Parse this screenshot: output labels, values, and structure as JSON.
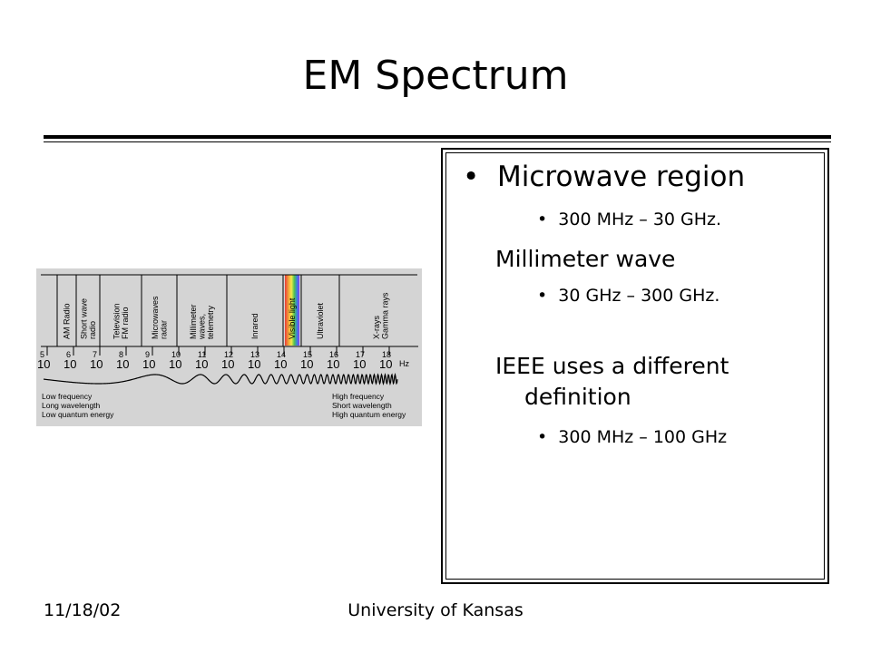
{
  "slide": {
    "title": "EM Spectrum",
    "bullets": {
      "microwave_region": "Microwave region",
      "microwave_range": "300 MHz – 30 GHz.",
      "millimeter_wave": "Millimeter wave",
      "millimeter_range": "30 GHz – 300 GHz.",
      "ieee_line1": "IEEE uses a different",
      "ieee_line2": "definition",
      "ieee_range": "300 MHz – 100 GHz"
    },
    "footer": {
      "date": "11/18/02",
      "org": "University of Kansas"
    }
  },
  "spectrum_figure": {
    "bands": [
      "AM Radio",
      "Short wave radio",
      "Television FM radio",
      "Microwaves radar",
      "Millimeter waves, telemetry",
      "Inrared",
      "Visible light",
      "Ultraviolet",
      "X-rays Gamma rays"
    ],
    "band_lines": [
      [
        "AM Radio"
      ],
      [
        "Short wave",
        "radio"
      ],
      [
        "Television",
        "FM radio"
      ],
      [
        "Microwaves",
        "radar"
      ],
      [
        "Millimeter",
        "waves,",
        "telemetry"
      ],
      [
        "Inrared"
      ],
      [
        "Visible light"
      ],
      [
        "Ultraviolet"
      ],
      [
        "X-rays",
        "Gamma rays"
      ]
    ],
    "exponents": [
      "5",
      "6",
      "7",
      "8",
      "9",
      "10",
      "11",
      "12",
      "13",
      "14",
      "15",
      "16",
      "17",
      "18"
    ],
    "base": "10",
    "unit": "Hz",
    "left_labels": [
      "Low frequency",
      "Long wavelength",
      "Low quantum energy"
    ],
    "right_labels": [
      "High frequency",
      "Short wavelength",
      "High quantum energy"
    ],
    "colors": {
      "background": "#d4d4d4",
      "visible_light": [
        "#e83a3a",
        "#f2a23a",
        "#f4e94a",
        "#4ec24e",
        "#3a7be8",
        "#8a3ae8"
      ]
    }
  }
}
